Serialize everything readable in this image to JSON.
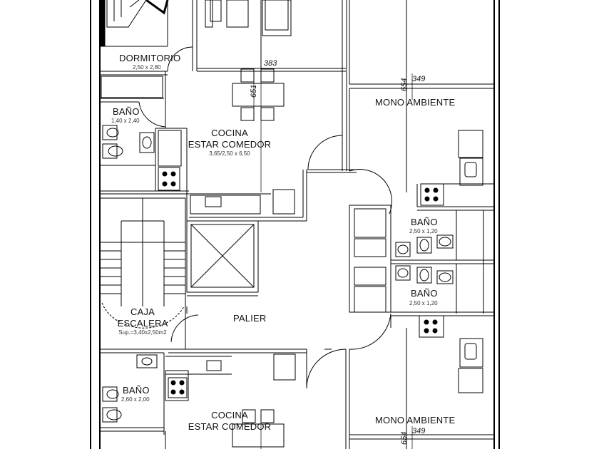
{
  "rooms": {
    "dormitorio": {
      "name": "DORMITORIO",
      "size": "2,50 x 2,80"
    },
    "bano_top": {
      "name": "BAÑO",
      "size": "1,40 x 2,40"
    },
    "cocina_top": {
      "name": "COCINA",
      "name2": "ESTAR COMEDOR",
      "size": "3,65/2,50 x 6,50"
    },
    "mono_top": {
      "name": "MONO AMBIENTE"
    },
    "bano_r1": {
      "name": "BAÑO",
      "size": "2,50 x 1,20"
    },
    "bano_r2": {
      "name": "BAÑO",
      "size": "2,50 x 1,20"
    },
    "caja": {
      "name": "CAJA",
      "name2": "ESCALERA",
      "size": "Sup.=3,40x2,50m2"
    },
    "palier": {
      "name": "PALIER"
    },
    "bano_bottom": {
      "name": "BAÑO",
      "size": "2,60 x 2,00"
    },
    "cocina_bottom": {
      "name": "COCINA",
      "name2": "ESTAR COMEDOR"
    },
    "mono_bottom": {
      "name": "MONO AMBIENTE"
    }
  },
  "dimensions": {
    "d383": "383",
    "d651": "651",
    "d654_top": "654",
    "d349_top": "349",
    "d654_bottom": "654",
    "d349_bottom": "349"
  }
}
